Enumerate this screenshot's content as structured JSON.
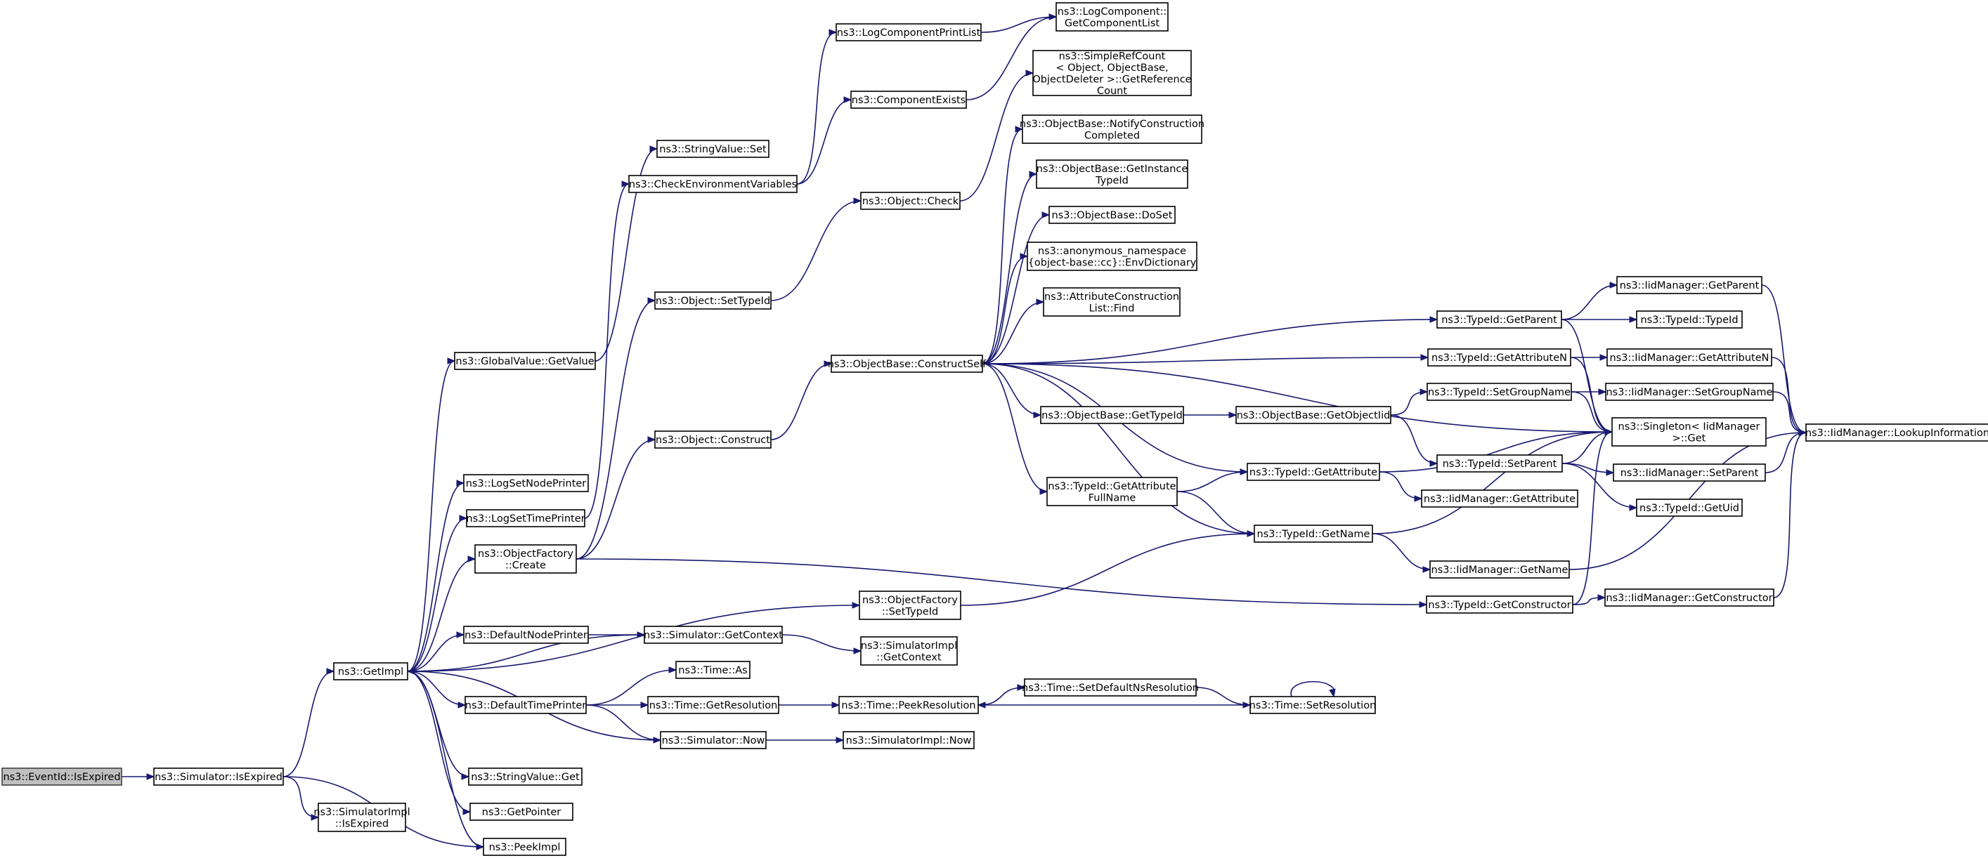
{
  "colors": {
    "edge": "#191970",
    "root_fill": "#bfbfbf",
    "node_fill": "#ffffff",
    "node_border": "#000000"
  },
  "nodes": [
    {
      "id": "EventIdIsExpired",
      "lines": [
        "ns3::EventId::IsExpired"
      ]
    },
    {
      "id": "SimIsExpired",
      "lines": [
        "ns3::Simulator::IsExpired"
      ]
    },
    {
      "id": "SimImplIsExpired",
      "lines": [
        "ns3::SimulatorImpl",
        "::IsExpired"
      ]
    },
    {
      "id": "GetImpl",
      "lines": [
        "ns3::GetImpl"
      ]
    },
    {
      "id": "PeekImpl",
      "lines": [
        "ns3::PeekImpl"
      ]
    },
    {
      "id": "GetPointer",
      "lines": [
        "ns3::GetPointer"
      ]
    },
    {
      "id": "StringValueGet",
      "lines": [
        "ns3::StringValue::Get"
      ]
    },
    {
      "id": "DefaultTimePrinter",
      "lines": [
        "ns3::DefaultTimePrinter"
      ]
    },
    {
      "id": "DefaultNodePrinter",
      "lines": [
        "ns3::DefaultNodePrinter"
      ]
    },
    {
      "id": "ObjectFactoryCreate",
      "lines": [
        "ns3::ObjectFactory",
        "::Create"
      ]
    },
    {
      "id": "LogSetTimePrinter",
      "lines": [
        "ns3::LogSetTimePrinter"
      ]
    },
    {
      "id": "LogSetNodePrinter",
      "lines": [
        "ns3::LogSetNodePrinter"
      ]
    },
    {
      "id": "GlobalValueGetValue",
      "lines": [
        "ns3::GlobalValue::GetValue"
      ]
    },
    {
      "id": "StringValueSet",
      "lines": [
        "ns3::StringValue::Set"
      ]
    },
    {
      "id": "CheckEnvVars",
      "lines": [
        "ns3::CheckEnvironmentVariables"
      ]
    },
    {
      "id": "ObjectSetTypeId",
      "lines": [
        "ns3::Object::SetTypeId"
      ]
    },
    {
      "id": "ObjectConstruct",
      "lines": [
        "ns3::Object::Construct"
      ]
    },
    {
      "id": "TimeAs",
      "lines": [
        "ns3::Time::As"
      ]
    },
    {
      "id": "TimeGetResolution",
      "lines": [
        "ns3::Time::GetResolution"
      ]
    },
    {
      "id": "SimulatorNow",
      "lines": [
        "ns3::Simulator::Now"
      ]
    },
    {
      "id": "SimulatorGetContext",
      "lines": [
        "ns3::Simulator::GetContext"
      ]
    },
    {
      "id": "ObjectFactorySetTypeId",
      "lines": [
        "ns3::ObjectFactory",
        "::SetTypeId"
      ]
    },
    {
      "id": "SimImplGetContext",
      "lines": [
        "ns3::SimulatorImpl",
        "::GetContext"
      ]
    },
    {
      "id": "TimePeekResolution",
      "lines": [
        "ns3::Time::PeekResolution"
      ]
    },
    {
      "id": "SimImplNow",
      "lines": [
        "ns3::SimulatorImpl::Now"
      ]
    },
    {
      "id": "TimeSetDefaultNsRes",
      "lines": [
        "ns3::Time::SetDefaultNsResolution"
      ]
    },
    {
      "id": "TimeSetResolution",
      "lines": [
        "ns3::Time::SetResolution"
      ]
    },
    {
      "id": "LogComponentPrintList",
      "lines": [
        "ns3::LogComponentPrintList"
      ]
    },
    {
      "id": "ComponentExists",
      "lines": [
        "ns3::ComponentExists"
      ]
    },
    {
      "id": "LogCompGetList",
      "lines": [
        "ns3::LogComponent::",
        "GetComponentList"
      ]
    },
    {
      "id": "ObjectCheck",
      "lines": [
        "ns3::Object::Check"
      ]
    },
    {
      "id": "SimpleRefCount",
      "lines": [
        "ns3::SimpleRefCount",
        "< Object, ObjectBase,",
        "ObjectDeleter >::GetReference",
        "Count"
      ]
    },
    {
      "id": "ObjectBaseConstructSelf",
      "lines": [
        "ns3::ObjectBase::ConstructSelf"
      ]
    },
    {
      "id": "NotifyConstructionCompleted",
      "lines": [
        "ns3::ObjectBase::NotifyConstruction",
        "Completed"
      ]
    },
    {
      "id": "GetInstanceTypeId",
      "lines": [
        "ns3::ObjectBase::GetInstance",
        "TypeId"
      ]
    },
    {
      "id": "ObjectBaseDoSet",
      "lines": [
        "ns3::ObjectBase::DoSet"
      ]
    },
    {
      "id": "EnvDictionary",
      "lines": [
        "ns3::anonymous_namespace",
        "{object-base::cc}::EnvDictionary"
      ]
    },
    {
      "id": "AttrConstructionListFind",
      "lines": [
        "ns3::AttributeConstruction",
        "List::Find"
      ]
    },
    {
      "id": "ObjectBaseGetTypeId",
      "lines": [
        "ns3::ObjectBase::GetTypeId"
      ]
    },
    {
      "id": "GetAttributeFullName",
      "lines": [
        "ns3::TypeId::GetAttribute",
        "FullName"
      ]
    },
    {
      "id": "ObjectBaseGetObjectIid",
      "lines": [
        "ns3::ObjectBase::GetObjectIid"
      ]
    },
    {
      "id": "TypeIdGetAttribute",
      "lines": [
        "ns3::TypeId::GetAttribute"
      ]
    },
    {
      "id": "TypeIdGetName",
      "lines": [
        "ns3::TypeId::GetName"
      ]
    },
    {
      "id": "TypeIdGetParent",
      "lines": [
        "ns3::TypeId::GetParent"
      ]
    },
    {
      "id": "TypeIdGetAttributeN",
      "lines": [
        "ns3::TypeId::GetAttributeN"
      ]
    },
    {
      "id": "TypeIdSetGroupName",
      "lines": [
        "ns3::TypeId::SetGroupName"
      ]
    },
    {
      "id": "TypeIdSetParent",
      "lines": [
        "ns3::TypeId::SetParent"
      ]
    },
    {
      "id": "IidGetAttribute",
      "lines": [
        "ns3::IidManager::GetAttribute"
      ]
    },
    {
      "id": "IidGetName",
      "lines": [
        "ns3::IidManager::GetName"
      ]
    },
    {
      "id": "TypeIdGetConstructor",
      "lines": [
        "ns3::TypeId::GetConstructor"
      ]
    },
    {
      "id": "IidGetParent",
      "lines": [
        "ns3::IidManager::GetParent"
      ]
    },
    {
      "id": "TypeIdTypeId",
      "lines": [
        "ns3::TypeId::TypeId"
      ]
    },
    {
      "id": "IidGetAttributeN",
      "lines": [
        "ns3::IidManager::GetAttributeN"
      ]
    },
    {
      "id": "IidSetGroupName",
      "lines": [
        "ns3::IidManager::SetGroupName"
      ]
    },
    {
      "id": "SingletonGet",
      "lines": [
        "ns3::Singleton< IidManager",
        ">::Get"
      ]
    },
    {
      "id": "IidSetParent",
      "lines": [
        "ns3::IidManager::SetParent"
      ]
    },
    {
      "id": "TypeIdGetUid",
      "lines": [
        "ns3::TypeId::GetUid"
      ]
    },
    {
      "id": "IidGetConstructor",
      "lines": [
        "ns3::IidManager::GetConstructor"
      ]
    },
    {
      "id": "IidLookupInformation",
      "lines": [
        "ns3::IidManager::LookupInformation"
      ]
    }
  ],
  "edges": [
    [
      "EventIdIsExpired",
      "SimIsExpired"
    ],
    [
      "SimIsExpired",
      "GetImpl"
    ],
    [
      "SimIsExpired",
      "SimImplIsExpired"
    ],
    [
      "SimIsExpired",
      "PeekImpl"
    ],
    [
      "GetImpl",
      "GlobalValueGetValue"
    ],
    [
      "GetImpl",
      "LogSetNodePrinter"
    ],
    [
      "GetImpl",
      "LogSetTimePrinter"
    ],
    [
      "GetImpl",
      "ObjectFactoryCreate"
    ],
    [
      "GetImpl",
      "ObjectFactorySetTypeId"
    ],
    [
      "GetImpl",
      "DefaultNodePrinter"
    ],
    [
      "GetImpl",
      "DefaultTimePrinter"
    ],
    [
      "GetImpl",
      "StringValueGet"
    ],
    [
      "GetImpl",
      "GetPointer"
    ],
    [
      "GetImpl",
      "PeekImpl"
    ],
    [
      "GlobalValueGetValue",
      "StringValueSet"
    ],
    [
      "LogSetTimePrinter",
      "CheckEnvVars"
    ],
    [
      "ObjectFactoryCreate",
      "ObjectSetTypeId"
    ],
    [
      "ObjectFactoryCreate",
      "ObjectConstruct"
    ],
    [
      "ObjectFactoryCreate",
      "TypeIdGetConstructor"
    ],
    [
      "ObjectFactorySetTypeId",
      "TypeIdGetName"
    ],
    [
      "DefaultNodePrinter",
      "SimulatorGetContext"
    ],
    [
      "SimulatorGetContext",
      "GetImpl"
    ],
    [
      "SimulatorGetContext",
      "SimImplGetContext"
    ],
    [
      "DefaultTimePrinter",
      "TimeAs"
    ],
    [
      "DefaultTimePrinter",
      "TimeGetResolution"
    ],
    [
      "DefaultTimePrinter",
      "SimulatorNow"
    ],
    [
      "SimulatorNow",
      "GetImpl"
    ],
    [
      "SimulatorNow",
      "SimImplNow"
    ],
    [
      "TimeGetResolution",
      "TimePeekResolution"
    ],
    [
      "TimePeekResolution",
      "TimeSetDefaultNsRes"
    ],
    [
      "TimeSetDefaultNsRes",
      "TimeSetResolution"
    ],
    [
      "TimeSetResolution",
      "TimePeekResolution"
    ],
    [
      "TimeSetResolution",
      "TimeSetResolution"
    ],
    [
      "CheckEnvVars",
      "LogComponentPrintList"
    ],
    [
      "CheckEnvVars",
      "ComponentExists"
    ],
    [
      "LogComponentPrintList",
      "LogCompGetList"
    ],
    [
      "ComponentExists",
      "LogCompGetList"
    ],
    [
      "ObjectSetTypeId",
      "ObjectCheck"
    ],
    [
      "ObjectCheck",
      "SimpleRefCount"
    ],
    [
      "ObjectConstruct",
      "ObjectBaseConstructSelf"
    ],
    [
      "ObjectBaseConstructSelf",
      "NotifyConstructionCompleted"
    ],
    [
      "ObjectBaseConstructSelf",
      "GetInstanceTypeId"
    ],
    [
      "ObjectBaseConstructSelf",
      "ObjectBaseDoSet"
    ],
    [
      "ObjectBaseConstructSelf",
      "EnvDictionary"
    ],
    [
      "ObjectBaseConstructSelf",
      "AttrConstructionListFind"
    ],
    [
      "ObjectBaseConstructSelf",
      "TypeIdGetParent"
    ],
    [
      "ObjectBaseConstructSelf",
      "TypeIdGetAttributeN"
    ],
    [
      "ObjectBaseConstructSelf",
      "ObjectBaseGetTypeId"
    ],
    [
      "ObjectBaseConstructSelf",
      "SingletonGet"
    ],
    [
      "ObjectBaseConstructSelf",
      "TypeIdGetAttribute"
    ],
    [
      "ObjectBaseConstructSelf",
      "GetAttributeFullName"
    ],
    [
      "ObjectBaseConstructSelf",
      "TypeIdGetName"
    ],
    [
      "ObjectBaseGetTypeId",
      "ObjectBaseGetObjectIid"
    ],
    [
      "ObjectBaseGetObjectIid",
      "TypeIdSetGroupName"
    ],
    [
      "ObjectBaseGetObjectIid",
      "TypeIdSetParent"
    ],
    [
      "GetAttributeFullName",
      "TypeIdGetAttribute"
    ],
    [
      "GetAttributeFullName",
      "TypeIdGetName"
    ],
    [
      "TypeIdGetAttribute",
      "SingletonGet"
    ],
    [
      "TypeIdGetAttribute",
      "IidGetAttribute"
    ],
    [
      "TypeIdGetName",
      "SingletonGet"
    ],
    [
      "TypeIdGetName",
      "IidGetName"
    ],
    [
      "TypeIdGetParent",
      "IidGetParent"
    ],
    [
      "TypeIdGetParent",
      "TypeIdTypeId"
    ],
    [
      "TypeIdGetParent",
      "SingletonGet"
    ],
    [
      "TypeIdGetAttributeN",
      "IidGetAttributeN"
    ],
    [
      "TypeIdGetAttributeN",
      "SingletonGet"
    ],
    [
      "TypeIdSetGroupName",
      "IidSetGroupName"
    ],
    [
      "TypeIdSetGroupName",
      "SingletonGet"
    ],
    [
      "TypeIdSetParent",
      "SingletonGet"
    ],
    [
      "TypeIdSetParent",
      "IidSetParent"
    ],
    [
      "TypeIdSetParent",
      "TypeIdGetUid"
    ],
    [
      "TypeIdGetConstructor",
      "SingletonGet"
    ],
    [
      "TypeIdGetConstructor",
      "IidGetConstructor"
    ],
    [
      "IidGetParent",
      "IidLookupInformation"
    ],
    [
      "IidGetAttributeN",
      "IidLookupInformation"
    ],
    [
      "IidSetGroupName",
      "IidLookupInformation"
    ],
    [
      "IidSetParent",
      "IidLookupInformation"
    ],
    [
      "IidGetName",
      "IidLookupInformation"
    ],
    [
      "IidGetConstructor",
      "IidLookupInformation"
    ]
  ]
}
